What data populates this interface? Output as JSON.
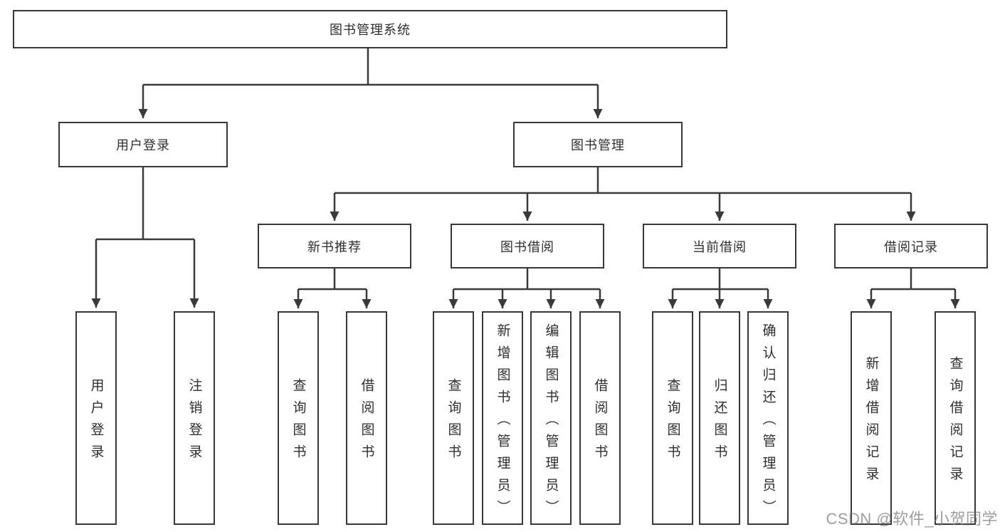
{
  "diagram": {
    "root": {
      "label": "图书管理系统"
    },
    "branches": [
      {
        "label": "用户登录",
        "children": [
          {
            "label": "用户登录"
          },
          {
            "label": "注销登录"
          }
        ]
      },
      {
        "label": "图书管理",
        "children": [
          {
            "label": "新书推荐",
            "children": [
              {
                "label": "查询图书"
              },
              {
                "label": "借阅图书"
              }
            ]
          },
          {
            "label": "图书借阅",
            "children": [
              {
                "label": "查询图书"
              },
              {
                "label": "新增图书（管理员）"
              },
              {
                "label": "编辑图书（管理员）"
              },
              {
                "label": "借阅图书"
              }
            ]
          },
          {
            "label": "当前借阅",
            "children": [
              {
                "label": "查询图书"
              },
              {
                "label": "归还图书"
              },
              {
                "label": "确认归还（管理员）"
              }
            ]
          },
          {
            "label": "借阅记录",
            "children": [
              {
                "label": "新增借阅记录"
              },
              {
                "label": "查询借阅记录"
              }
            ]
          }
        ]
      }
    ]
  },
  "watermark": {
    "text": "CSDN @软件_小贺同学"
  },
  "colors": {
    "line": "#3a3a3a",
    "box_border": "#383838",
    "text": "#2e2e2e",
    "background": "#ffffff",
    "watermark": "#9e9e9e"
  }
}
